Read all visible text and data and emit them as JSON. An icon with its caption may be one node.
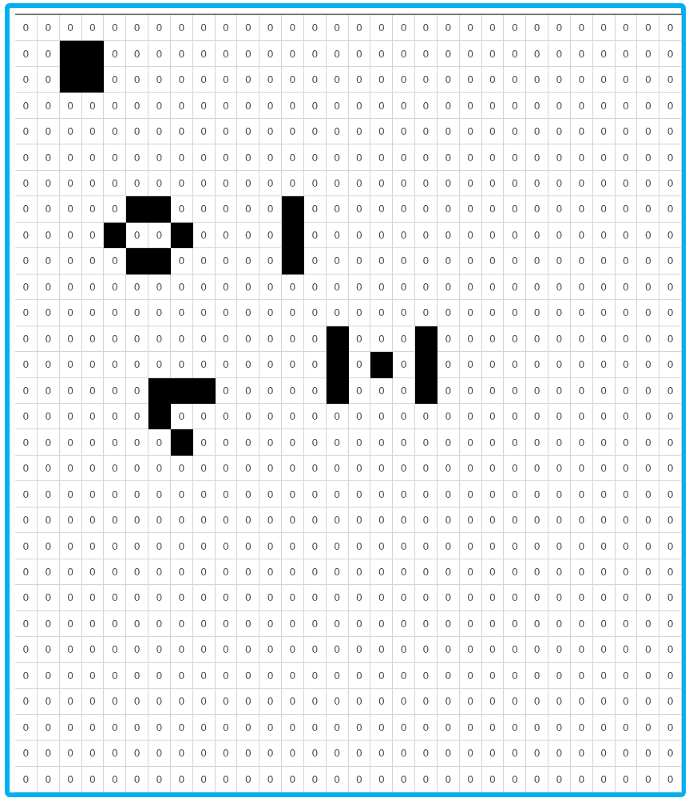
{
  "diagram": {
    "labels": [
      "0",
      "0",
      "0",
      "0",
      "0",
      "0",
      "0",
      "0",
      "0",
      "0",
      "0",
      "0",
      "0",
      "0",
      "0",
      "0",
      "0",
      "0",
      "0",
      "0",
      "0",
      "0",
      "0",
      "0",
      "0",
      "0",
      "0",
      "0",
      "0",
      "0",
      "0",
      "0",
      "0",
      "0",
      "0",
      "0",
      "0",
      "0",
      "0",
      "0",
      "0",
      "0",
      "0",
      "0",
      "0",
      "0",
      "0",
      "0",
      "0",
      "0",
      "0",
      "0",
      "0",
      "0",
      "0",
      "0",
      "0",
      "0",
      "0",
      "0",
      "0",
      "0",
      "0",
      "0",
      "0",
      "0",
      "0",
      "0",
      "0",
      "0",
      "0",
      "0",
      "0",
      "0",
      "0",
      "0",
      "0",
      "0",
      "0",
      "0",
      "0",
      "0",
      "0",
      "0",
      "0",
      "0",
      "0",
      "0",
      "0",
      "0",
      "0",
      "0",
      "0",
      "0",
      "0",
      "0",
      "0",
      "0",
      "0",
      "0",
      "0",
      "0",
      "0",
      "0",
      "0",
      "0",
      "0",
      "0",
      "0",
      "0",
      "0",
      "0",
      "0",
      "0",
      "0",
      "0",
      "0",
      "0",
      "0",
      "0",
      "0",
      "0",
      "0",
      "0",
      "0",
      "0",
      "0",
      "0",
      "0",
      "0",
      "0",
      "0",
      "0",
      "0",
      "0",
      "0",
      "0",
      "0",
      "0",
      "0",
      "0",
      "0",
      "0",
      "0",
      "0",
      "0",
      "0",
      "0",
      "0",
      "0",
      "0",
      "0",
      "0",
      "0",
      "0",
      "0",
      "0",
      "0",
      "0",
      "0",
      "0",
      "0",
      "0",
      "0",
      "0",
      "0",
      "0",
      "0",
      "0",
      "0",
      "0",
      "0",
      "0",
      "0",
      "0",
      "0",
      "0",
      "0",
      "0",
      "0",
      "0",
      "0",
      "0",
      "0",
      "0",
      "0",
      "0",
      "0",
      "0",
      "0",
      "0",
      "0",
      "0",
      "0",
      "0",
      "0",
      "0",
      "0",
      "0",
      "0",
      "0",
      "0",
      "0",
      "0",
      "0",
      "0",
      "0",
      "0",
      "0",
      "0",
      "0",
      "0",
      "0",
      "0",
      "0",
      "0",
      "0",
      "0",
      "0",
      "0",
      "0",
      "0",
      "0",
      "0",
      "0",
      "0",
      "0",
      "0",
      "0",
      "0",
      "0",
      "0",
      "0",
      "0",
      "0",
      "0",
      "0",
      "0",
      "0",
      "0",
      "0",
      "0",
      "0",
      "0",
      "0",
      "0",
      "0",
      "0",
      "0",
      "0",
      "0",
      "0",
      "0",
      "0",
      "0",
      "0",
      "0",
      "0",
      "0",
      "0",
      "0",
      "0",
      "0",
      "0",
      "0",
      "0",
      "0",
      "0",
      "0",
      "0",
      "0",
      "0",
      "0",
      "0",
      "0",
      "0",
      "0",
      "0",
      "0",
      "0",
      "0",
      "0",
      "0",
      "0",
      "0",
      "0",
      "0",
      "0",
      "0",
      "0",
      "0",
      "0",
      "0",
      "0",
      "0",
      "0",
      "0",
      "0",
      "0",
      "0",
      "0",
      "0",
      "0",
      "0",
      "0",
      "0",
      "0",
      "0",
      "0",
      "0",
      "0",
      "0",
      "0",
      "0",
      "0",
      "0",
      "0",
      "0",
      "0",
      "0",
      "0",
      "0",
      "0",
      "0",
      "0",
      "0",
      "0",
      "0",
      "0",
      "0",
      "0",
      "0",
      "0",
      "0",
      "0",
      "0",
      "0",
      "0",
      "0",
      "0",
      "0",
      "0",
      "0",
      "0",
      "0",
      "0",
      "0",
      "0",
      "0",
      "0",
      "0",
      "0",
      "0",
      "0",
      "0",
      "0",
      "0",
      "0",
      "0",
      "0",
      "0",
      "0",
      "0",
      "0",
      "0",
      "0",
      "0",
      "0",
      "0",
      "0",
      "0",
      "0",
      "0",
      "0",
      "0",
      "0",
      "0",
      "0",
      "0",
      "0",
      "0",
      "0",
      "0",
      "0",
      "0",
      "0",
      "0",
      "0",
      "0",
      "0",
      "0",
      "0",
      "0",
      "0",
      "0",
      "0",
      "0",
      "0",
      "0",
      "0",
      "0",
      "0",
      "0",
      "0",
      "0",
      "0",
      "0",
      "0",
      "0",
      "0",
      "0",
      "0",
      "0",
      "0",
      "0",
      "0",
      "0",
      "0",
      "0",
      "0",
      "0",
      "0",
      "0",
      "0",
      "0",
      "0",
      "0",
      "0",
      "0",
      "0",
      "0",
      "0",
      "0",
      "0",
      "0",
      "0",
      "0",
      "0",
      "0",
      "0",
      "0",
      "0",
      "0",
      "0",
      "0",
      "0",
      "0",
      "0",
      "0",
      "0",
      "0",
      "0",
      "0",
      "0",
      "0",
      "0",
      "0",
      "0",
      "0",
      "0",
      "0",
      "0",
      "0",
      "0",
      "0",
      "0",
      "0",
      "0",
      "0",
      "0",
      "0",
      "0",
      "0",
      "0",
      "0",
      "0",
      "0",
      "0",
      "0",
      "0",
      "0",
      "0",
      "0",
      "0",
      "0",
      "0",
      "0",
      "0",
      "0",
      "0",
      "0",
      "0",
      "0",
      "0",
      "0",
      "0",
      "0",
      "0",
      "0",
      "0",
      "0",
      "0",
      "0",
      "0",
      "0",
      "0",
      "0",
      "0",
      "0",
      "0",
      "0",
      "0",
      "0",
      "0",
      "0",
      "0",
      "0",
      "0",
      "0",
      "0",
      "0",
      "0",
      "0",
      "0",
      "0",
      "0",
      "0",
      "0",
      "0",
      "0",
      "0",
      "0",
      "0",
      "0",
      "0",
      "0",
      "0",
      "0",
      "0",
      "0",
      "0",
      "0",
      "0",
      "0",
      "0",
      "0",
      "0",
      "0",
      "0",
      "0",
      "0",
      "0",
      "0",
      "0",
      "0",
      "0",
      "0",
      "0",
      "0",
      "0",
      "0",
      "0",
      "0",
      "0",
      "0",
      "0",
      "0",
      "0",
      "0",
      "0",
      "0",
      "0",
      "0",
      "0",
      "0",
      "0",
      "0",
      "0",
      "0",
      "0",
      "0",
      "0",
      "0",
      "0",
      "0",
      "0",
      "0",
      "0",
      "0",
      "0",
      "0",
      "0",
      "0",
      "0",
      "0",
      "0",
      "0",
      "0",
      "0",
      "0",
      "0",
      "0",
      "0",
      "0",
      "0",
      "0",
      "0",
      "0",
      "0",
      "0",
      "0",
      "0",
      "0",
      "0",
      "0",
      "0",
      "0",
      "0",
      "0",
      "0",
      "0",
      "0",
      "0",
      "0",
      "0",
      "0",
      "0",
      "0",
      "0",
      "0",
      "0",
      "0",
      "0",
      "0",
      "0",
      "0",
      "0",
      "0",
      "0",
      "0",
      "0",
      "0",
      "0",
      "0",
      "0",
      "0",
      "0",
      "0",
      "0",
      "0",
      "0",
      "0",
      "0",
      "0",
      "0",
      "0",
      "0",
      "0",
      "0",
      "0",
      "0",
      "0",
      "0",
      "0",
      "0",
      "0",
      "0",
      "0",
      "0",
      "0",
      "0",
      "0",
      "0",
      "0",
      "0",
      "0",
      "0",
      "0",
      "0",
      "0",
      "0",
      "0",
      "0",
      "0",
      "0",
      "0",
      "0",
      "0",
      "0",
      "0",
      "0",
      "0",
      "0",
      "0",
      "0",
      "0",
      "0",
      "0",
      "0",
      "0",
      "0",
      "0",
      "0",
      "0",
      "0",
      "0",
      "0",
      "0",
      "0",
      "0",
      "0",
      "0",
      "0",
      "0",
      "0",
      "0",
      "0",
      "0",
      "0",
      "0",
      "0",
      "0",
      "0",
      "0",
      "0",
      "0",
      "0",
      "0",
      "0",
      "0",
      "0",
      "0",
      "0",
      "0",
      "0",
      "0",
      "0",
      "0",
      "0",
      "0",
      "0",
      "0",
      "0",
      "0",
      "0",
      "0",
      "0",
      "0",
      "0",
      "0",
      "0",
      "0",
      "0",
      "0",
      "0",
      "0",
      "0",
      "0",
      "0",
      "0",
      "0",
      "0",
      "0",
      "0",
      "0",
      "0",
      "0",
      "0",
      "0",
      "0",
      "0",
      "0",
      "0",
      "0",
      "0",
      "0",
      "0",
      "0",
      "0",
      "0",
      "0",
      "0",
      "0",
      "0",
      "0",
      "0",
      "0",
      "0",
      "0",
      "0",
      "0",
      "0",
      "0",
      "0",
      "0",
      "0",
      "0",
      "0",
      "0",
      "0",
      "0",
      "0",
      "0",
      "0",
      "0",
      "0",
      "0",
      "0",
      "0",
      "0",
      "0",
      "0",
      "0",
      "0",
      "0",
      "0",
      "0",
      "0",
      "0",
      "0",
      "0",
      "0",
      "0",
      "0",
      "0",
      "0",
      "0",
      "0",
      "0",
      "0",
      "0",
      "0",
      "0",
      "0",
      "0",
      "0",
      "0",
      "0",
      "0",
      "0",
      "0",
      "0",
      "0",
      "0",
      "0",
      "0",
      "0",
      "0",
      "0",
      "0",
      "0",
      "0",
      "0",
      "0",
      "0",
      "0",
      "0",
      "0",
      "0",
      "0",
      "0",
      "0",
      "0",
      "0",
      "0",
      "0",
      "0",
      "0",
      "0",
      "0",
      "0",
      "0",
      "0",
      "0",
      "0"
    ]
  }
}
